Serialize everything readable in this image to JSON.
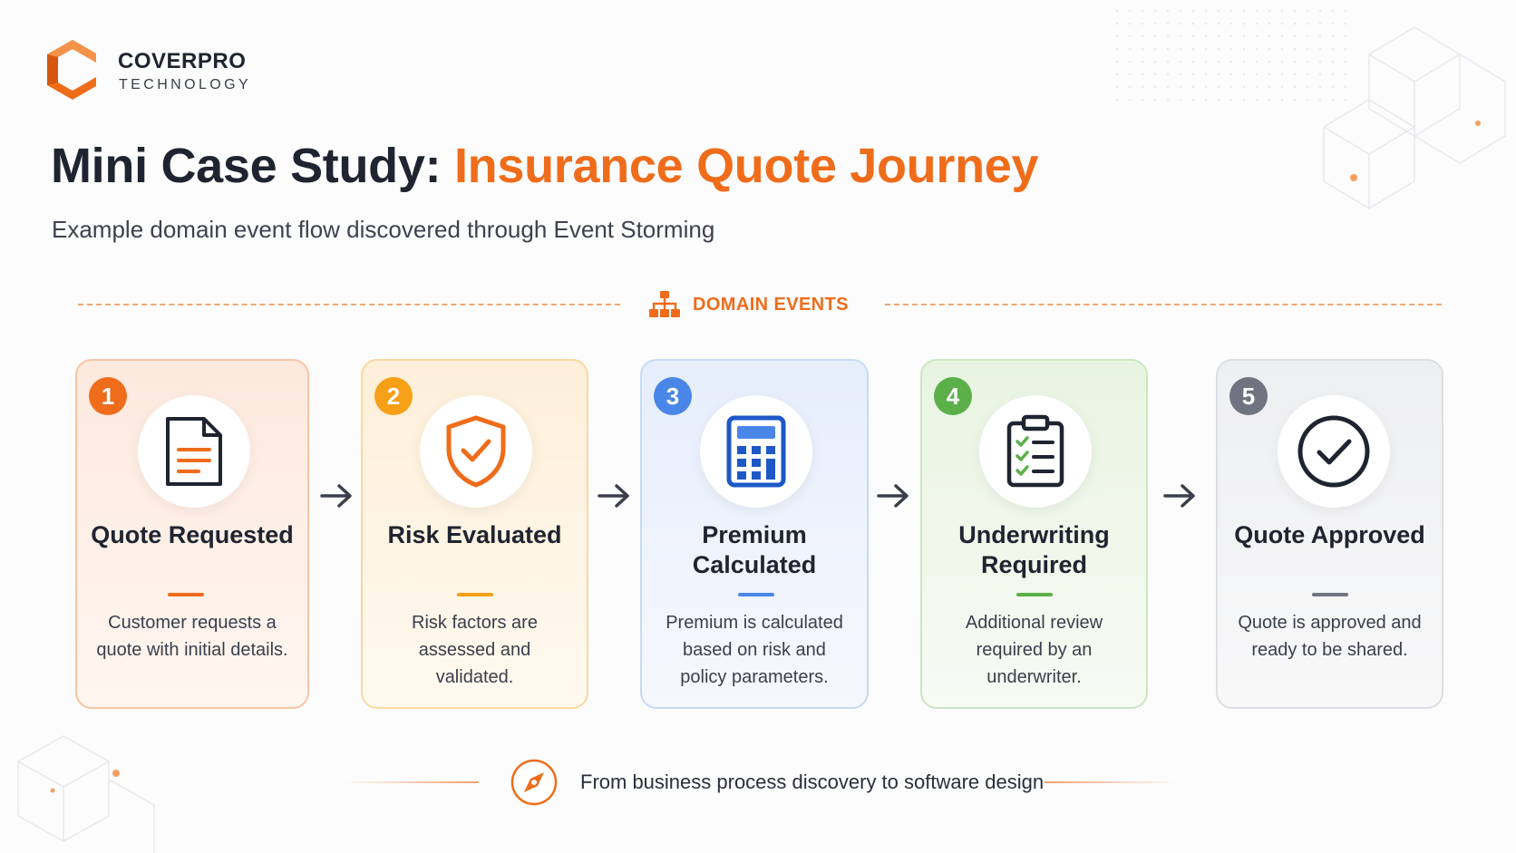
{
  "brand": {
    "name": "COVERPRO",
    "tagline": "TECHNOLOGY",
    "accent_color": "#ef6c1a"
  },
  "headline": {
    "prefix": "Mini Case Study: ",
    "accent": "Insurance Quote Journey"
  },
  "subtitle": "Example domain event flow discovered through Event Storming",
  "section": {
    "label": "DOMAIN EVENTS",
    "icon": "hierarchy-icon"
  },
  "events": [
    {
      "number": "1",
      "title": "Quote Requested",
      "description": "Customer requests a quote with initial details.",
      "icon": "document-icon",
      "color": "#ef6c1a"
    },
    {
      "number": "2",
      "title": "Risk Evaluated",
      "description": "Risk factors are assessed and validated.",
      "icon": "shield-check-icon",
      "color": "#f5a017"
    },
    {
      "number": "3",
      "title": "Premium Calculated",
      "description": "Premium is calculated based on risk and policy parameters.",
      "icon": "calculator-icon",
      "color": "#4a86e8"
    },
    {
      "number": "4",
      "title": "Underwriting Required",
      "description": "Additional review required by an underwriter.",
      "icon": "clipboard-checklist-icon",
      "color": "#5cb04a"
    },
    {
      "number": "5",
      "title": "Quote Approved",
      "description": "Quote is approved and ready to be shared.",
      "icon": "check-circle-icon",
      "color": "#6f7480"
    }
  ],
  "footer": {
    "text": "From business process discovery to software design",
    "icon": "compass-icon"
  }
}
